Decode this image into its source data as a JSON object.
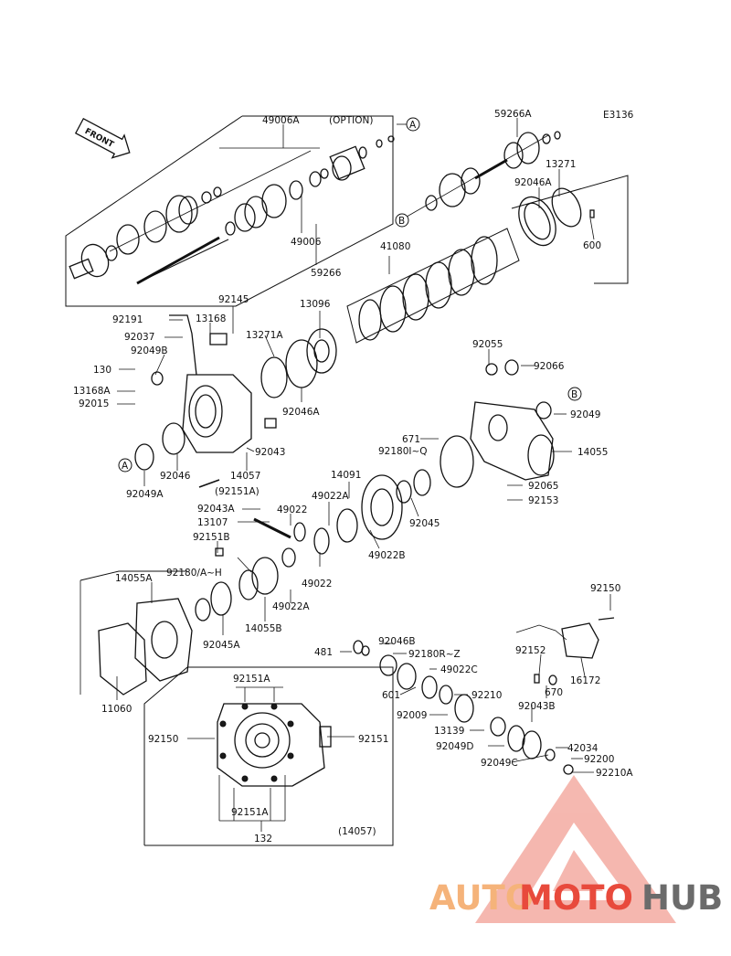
{
  "diagram_code": "E3136",
  "front_label": "FRONT",
  "option_label": "(OPTION)",
  "ref_markers": [
    "A",
    "B"
  ],
  "labels": {
    "l49006A": "49006A",
    "l59266A": "59266A",
    "l13271a": "13271",
    "l92046A": "92046A",
    "l600": "600",
    "l49006": "49006",
    "l59266": "59266",
    "l41080": "41080",
    "l92145": "92145",
    "l13096": "13096",
    "l92191": "92191",
    "l13168": "13168",
    "l13271A": "13271A",
    "l92037": "92037",
    "l92049B": "92049B",
    "l130": "130",
    "l13168A": "13168A",
    "l92015": "92015",
    "l92046Aa": "92046A",
    "l92055": "92055",
    "l92066": "92066",
    "l92049": "92049",
    "l671": "671",
    "l92180": "92180I~Q",
    "l14055": "14055",
    "l92043": "92043",
    "l14057": "14057",
    "l92046": "92046",
    "l92151Ap": "(92151A)",
    "l92049A": "92049A",
    "l14091": "14091",
    "l92065": "92065",
    "l92153": "92153",
    "l49022A": "49022A",
    "l92043A": "92043A",
    "l49022": "49022",
    "l13107": "13107",
    "l92045": "92045",
    "l92151B": "92151B",
    "l49022B": "49022B",
    "l14055A": "14055A",
    "l92180AH": "92180/A~H",
    "l49022b2": "49022",
    "l49022A2": "49022A",
    "l92045A": "92045A",
    "l14055B": "14055B",
    "l92150a": "92150",
    "l481": "481",
    "l92046B": "92046B",
    "l92180RZ": "92180R~Z",
    "l11060": "11060",
    "l49022C": "49022C",
    "l92152": "92152",
    "l16172": "16172",
    "l601": "601",
    "l92210": "92210",
    "l670": "670",
    "l92009": "92009",
    "l92043B": "92043B",
    "l13139": "13139",
    "l42034": "42034",
    "l92049D": "92049D",
    "l92200": "92200",
    "l92049C": "92049C",
    "l92210A": "92210A",
    "l92151Ab": "92151A",
    "l92150b": "92150",
    "l92151b": "92151",
    "l92151Ac": "92151A",
    "l132": "132",
    "l14057p": "(14057)"
  },
  "watermark": {
    "part1": "AUTO",
    "part2": "MOTO",
    "part3": "HUB",
    "color1": "#f5b37a",
    "color2": "#e84a3c",
    "color3": "#6b6b6b"
  }
}
